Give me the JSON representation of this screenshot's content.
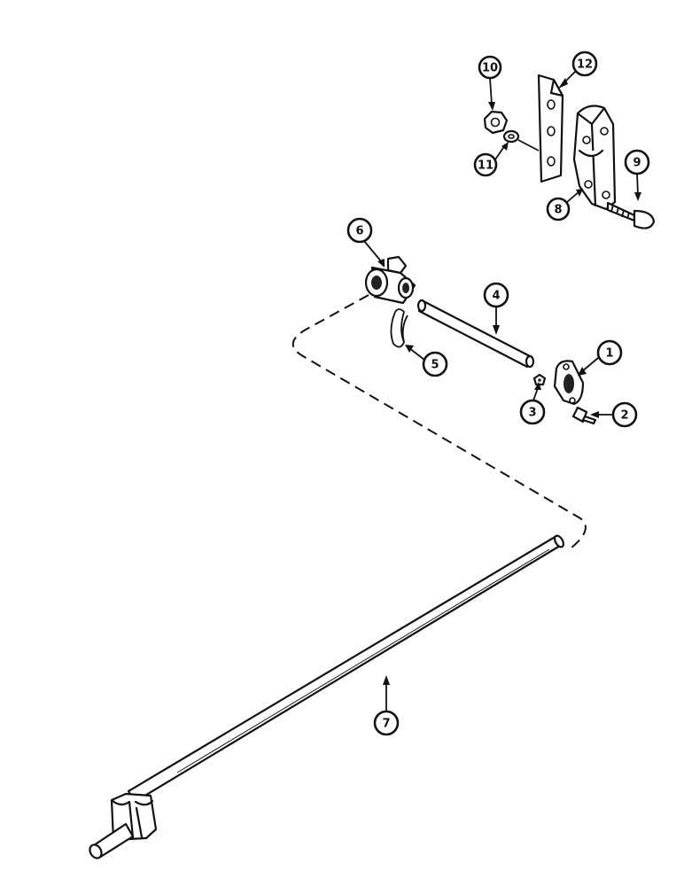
{
  "callouts": [
    {
      "id": "c1",
      "label": "1"
    },
    {
      "id": "c2",
      "label": "2"
    },
    {
      "id": "c3",
      "label": "3"
    },
    {
      "id": "c4",
      "label": "4"
    },
    {
      "id": "c5",
      "label": "5"
    },
    {
      "id": "c6",
      "label": "6"
    },
    {
      "id": "c7",
      "label": "7"
    },
    {
      "id": "c8",
      "label": "8"
    },
    {
      "id": "c9",
      "label": "9"
    },
    {
      "id": "c10",
      "label": "10"
    },
    {
      "id": "c11",
      "label": "11"
    },
    {
      "id": "c12",
      "label": "12"
    }
  ],
  "colors": {
    "line": "#111111",
    "background": "#ffffff"
  }
}
